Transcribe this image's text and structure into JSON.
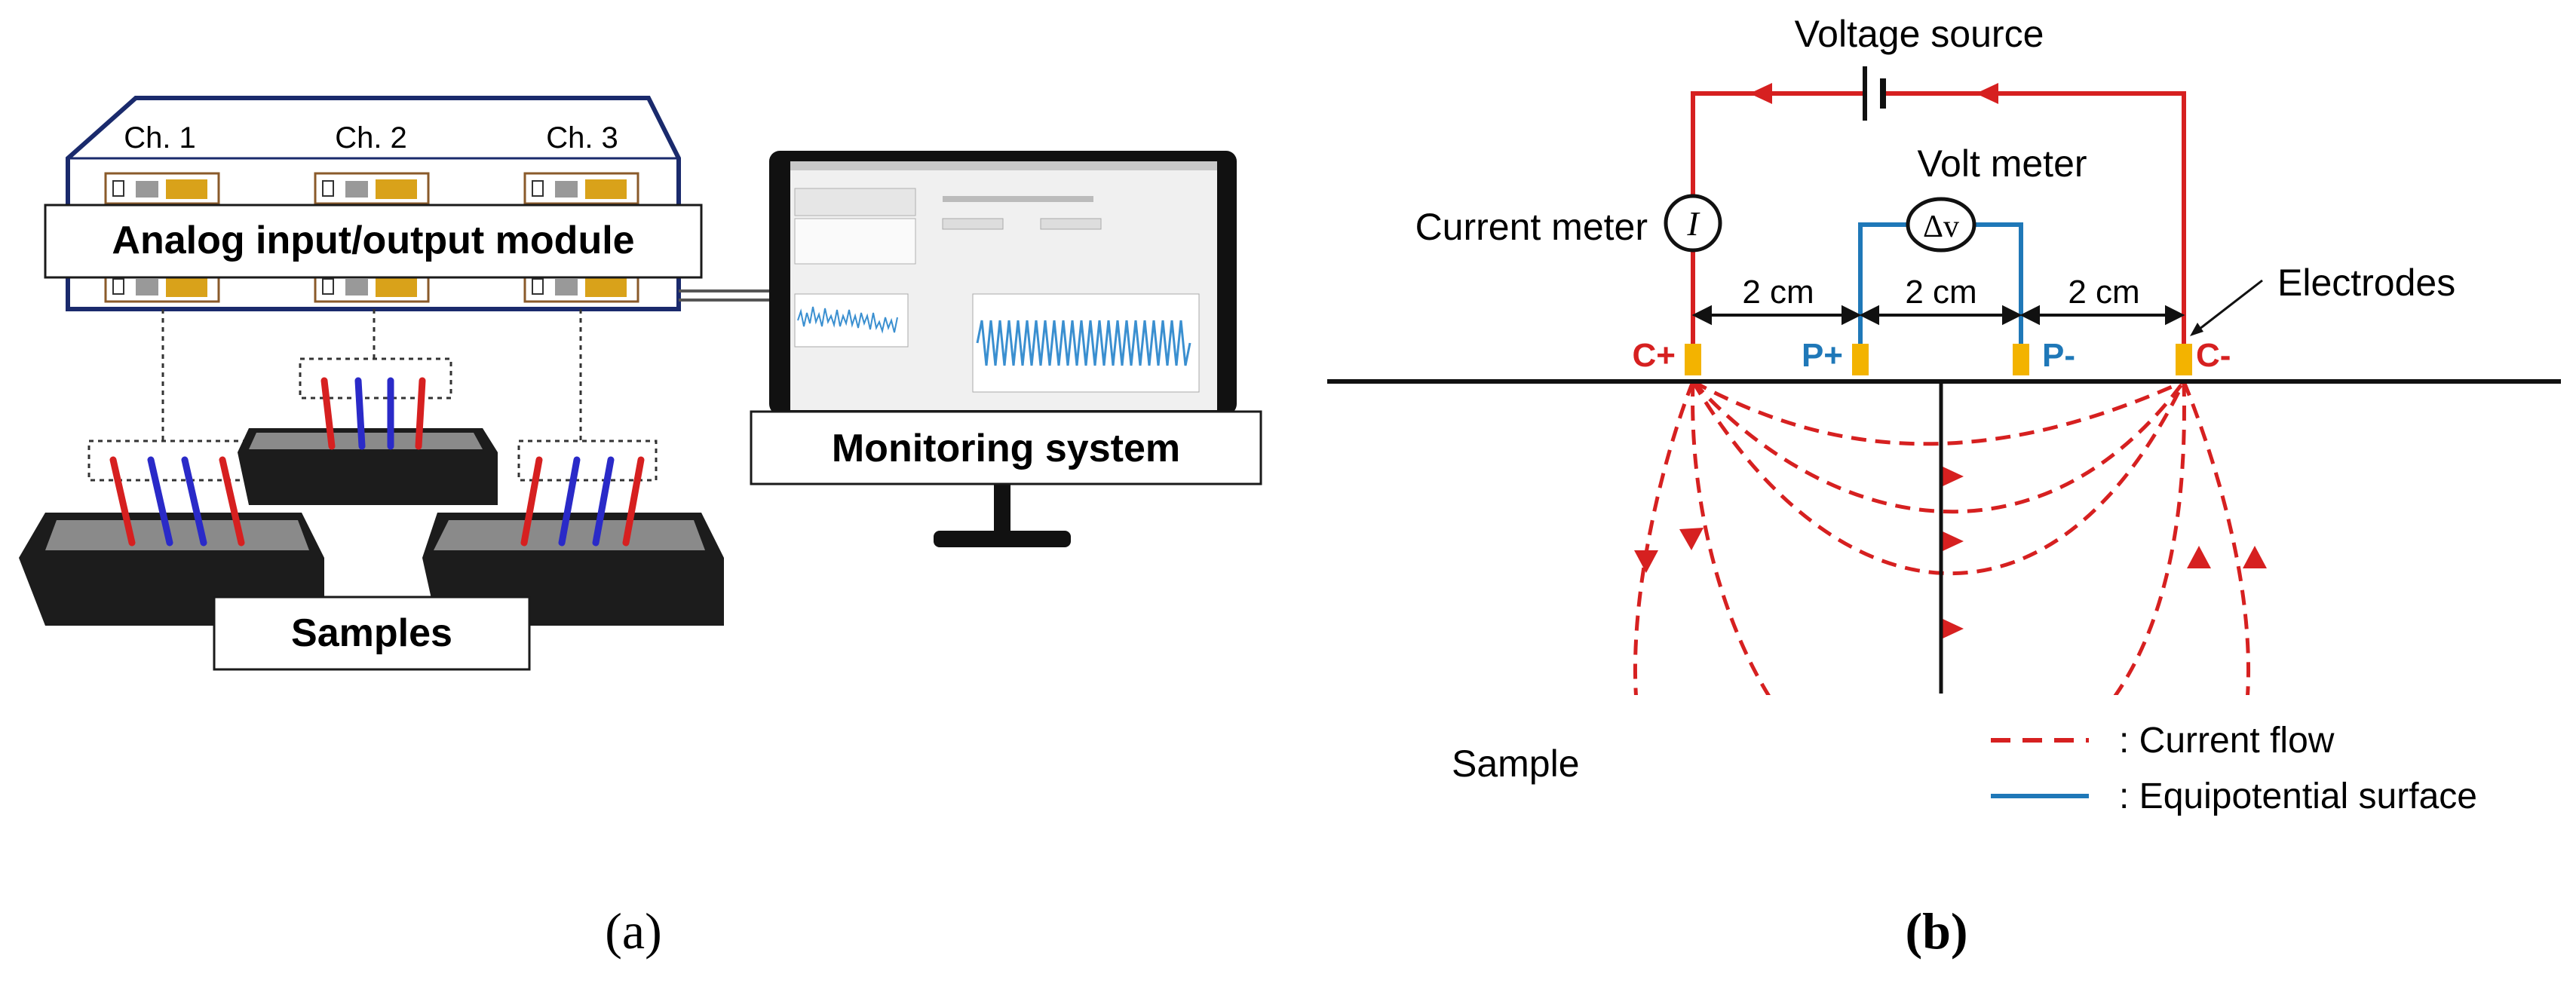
{
  "panel_a": {
    "module": {
      "channels": [
        "Ch. 1",
        "Ch. 2",
        "Ch. 3"
      ],
      "label": "Analog input/output module"
    },
    "monitor_label": "Monitoring system",
    "samples_label": "Samples",
    "caption": "(a)"
  },
  "panel_b": {
    "voltage_source": "Voltage source",
    "volt_meter": "Volt meter",
    "current_meter": "Current meter",
    "current_symbol": "I",
    "voltage_symbol": "Δv",
    "electrodes_label": "Electrodes",
    "spacings": [
      "2 cm",
      "2 cm",
      "2 cm"
    ],
    "electrodes": [
      "C+",
      "P+",
      "P-",
      "C-"
    ],
    "sample_label": "Sample",
    "legend": [
      {
        "symbol": "dashed-red",
        "text": ": Current flow"
      },
      {
        "symbol": "solid-blue",
        "text": ": Equipotential surface"
      }
    ],
    "caption": "(b)"
  },
  "colors": {
    "red": "#d62020",
    "blue": "#1f78b8",
    "navy": "#1a2a6c",
    "gold": "#f3b300",
    "dark": "#1a1a1a",
    "screen_blue": "#3a8fd0"
  }
}
